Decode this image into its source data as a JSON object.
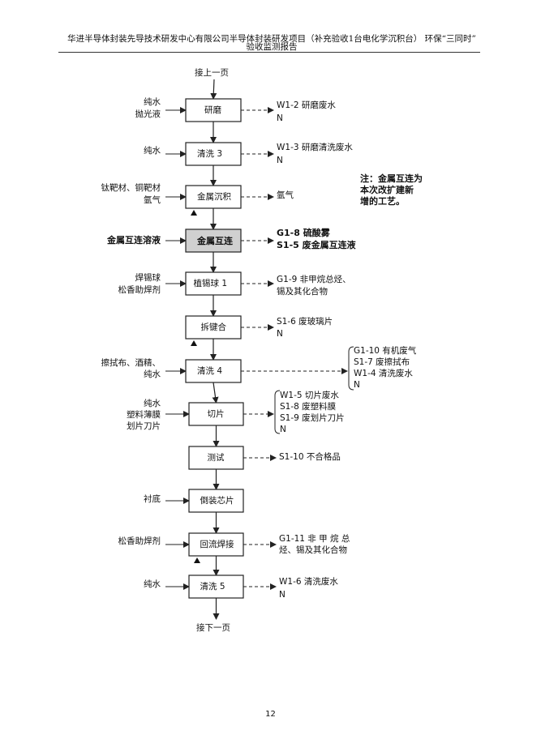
{
  "header": {
    "title_line1": "华进半导体封装先导技术研发中心有限公司半导体封装研发项目（补充验收1台电化学沉积台） 环保“三同时”",
    "title_line2": "验收监测报告"
  },
  "flow": {
    "start": "接上一页",
    "end": "接下一页",
    "steps": [
      {
        "id": "grind",
        "label": "研磨",
        "inputs": [
          "纯水",
          "抛光液"
        ],
        "outputs": [
          "W1-2 研磨废水",
          "N"
        ]
      },
      {
        "id": "clean3",
        "label": "清洗 3",
        "inputs": [
          "纯水"
        ],
        "outputs": [
          "W1-3 研磨清洗废水",
          "N"
        ]
      },
      {
        "id": "metal",
        "label": "金属沉积",
        "inputs": [
          "钛靶材、铜靶材",
          "氩气"
        ],
        "outputs": [
          "氩气"
        ]
      },
      {
        "id": "inter",
        "label": "金属互连",
        "inputs": [
          "金属互连溶液"
        ],
        "outputs": [
          "G1-8 硫酸雾",
          "S1-5 废金属互连液"
        ]
      },
      {
        "id": "ball",
        "label": "植锡球 1",
        "inputs": [
          "焊锡球",
          "松香助焊剂"
        ],
        "outputs": [
          "G1-9 非甲烷总烃、",
          "锡及其化合物"
        ]
      },
      {
        "id": "debond",
        "label": "拆键合",
        "inputs": [],
        "outputs": [
          "S1-6 废玻璃片",
          "N"
        ]
      },
      {
        "id": "clean4",
        "label": "清洗 4",
        "inputs": [
          "擦拭布、酒精、",
          "纯水"
        ],
        "outputs": [
          "G1-10 有机废气",
          "S1-7 废擦拭布",
          "W1-4 清洗废水",
          "N"
        ]
      },
      {
        "id": "cut",
        "label": "切片",
        "inputs": [
          "纯水",
          "塑料薄膜",
          "划片刀片"
        ],
        "outputs": [
          "W1-5 切片废水",
          "S1-8 废塑料膜",
          "S1-9 废划片刀片",
          "N"
        ]
      },
      {
        "id": "test",
        "label": "测试",
        "inputs": [],
        "outputs": [
          "S1-10 不合格品"
        ]
      },
      {
        "id": "flip",
        "label": "倒装芯片",
        "inputs": [
          "衬底"
        ],
        "outputs": []
      },
      {
        "id": "reflow",
        "label": "回流焊接",
        "inputs": [
          "松香助焊剂"
        ],
        "outputs": [
          "G1-11  非 甲 烷 总",
          "烃、锡及其化合物"
        ]
      },
      {
        "id": "clean5",
        "label": "清洗 5",
        "inputs": [
          "纯水"
        ],
        "outputs": [
          "W1-6 清洗废水",
          "N"
        ]
      }
    ],
    "note": [
      "注：金属互连为",
      "本次改扩建新",
      "增的工艺。"
    ]
  },
  "page_number": "12",
  "colors": {
    "highlight_box": "#d0d0d0",
    "line": "#222222"
  }
}
